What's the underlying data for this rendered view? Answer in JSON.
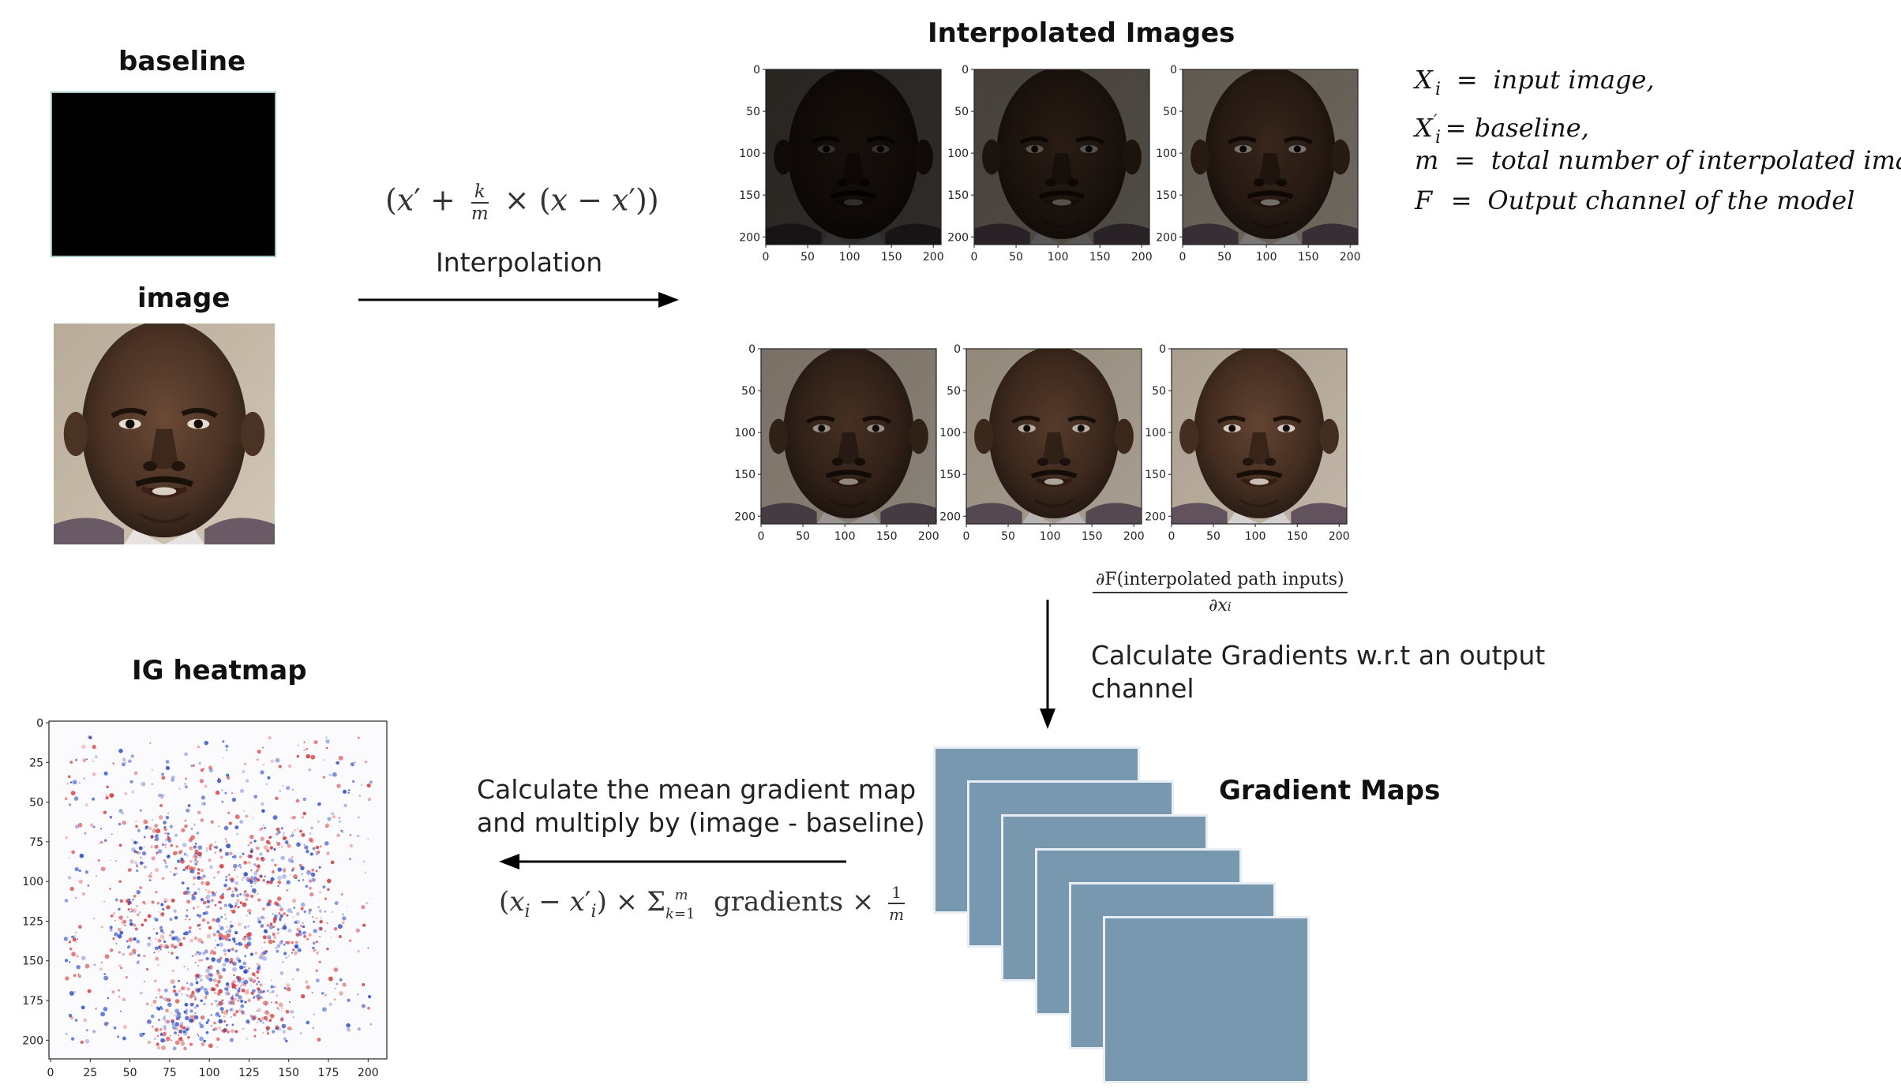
{
  "titles": {
    "baseline": "baseline",
    "image": "image",
    "interpolated": "Interpolated Images",
    "ig_heatmap": "IG heatmap",
    "gradient_maps": "Gradient Maps"
  },
  "interpolation": {
    "formula": "(x′ + (k / m) × (x − x′))",
    "label": "Interpolation"
  },
  "legend": [
    {
      "symbol": "X",
      "subscript": "i",
      "prime": false,
      "definition": "input image,"
    },
    {
      "symbol": "X",
      "subscript": "i",
      "prime": true,
      "definition": "baseline,"
    },
    {
      "symbol": "m",
      "subscript": "",
      "prime": false,
      "definition": "total number of interpolated images,"
    },
    {
      "symbol": "F",
      "subscript": "",
      "prime": false,
      "definition": "Output channel of the model"
    }
  ],
  "gradient_step": {
    "formula_numerator": "∂F(interpolated path inputs)",
    "formula_denominator": "∂xi",
    "label_line1": "Calculate Gradients w.r.t an output",
    "label_line2": "channel"
  },
  "mean_step": {
    "label_line1": "Calculate the mean gradient map",
    "label_line2": "and multiply by (image - baseline)",
    "formula": "(xi − x′i) × Σ gradients × 1/m"
  },
  "interp_plots": {
    "yticks": [
      "0",
      "50",
      "100",
      "150",
      "200"
    ],
    "xticks": [
      "0",
      "50",
      "100",
      "150",
      "200"
    ],
    "alphas": [
      0.22,
      0.38,
      0.52,
      0.66,
      0.8,
      0.92
    ]
  },
  "ig_plot": {
    "yticks": [
      "0",
      "25",
      "50",
      "75",
      "100",
      "125",
      "150",
      "175",
      "200"
    ],
    "xticks": [
      "0",
      "25",
      "50",
      "75",
      "100",
      "125",
      "150",
      "175",
      "200"
    ]
  },
  "colors": {
    "gradient_map_fill": "#7898b0",
    "gradient_map_border": "#e8eef3",
    "baseline_fill": "#000000",
    "baseline_border": "#9cc3c0",
    "heat_red": "#d03030",
    "heat_blue": "#2040c0"
  }
}
